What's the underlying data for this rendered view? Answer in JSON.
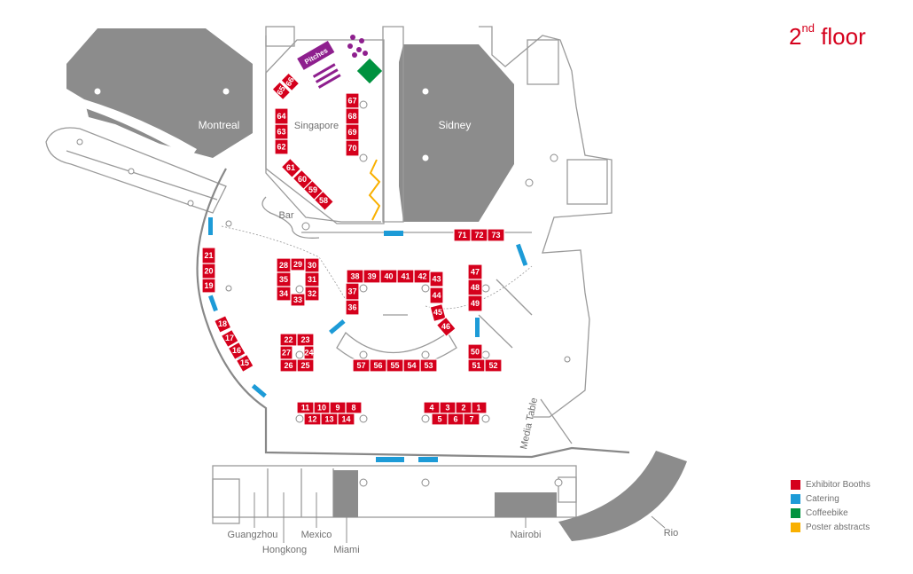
{
  "title": {
    "main": "2",
    "sup": "nd",
    "rest": " floor"
  },
  "halls": {
    "montreal": "Montreal",
    "singapore": "Singapore",
    "sidney": "Sidney",
    "bar": "Bar",
    "media_table": "Media Table",
    "guangzhou": "Guangzhou",
    "hongkong": "Hongkong",
    "mexico": "Mexico",
    "miami": "Miami",
    "nairobi": "Nairobi",
    "rio": "Rio",
    "pitches": "Pitches"
  },
  "booths": [
    "1",
    "2",
    "3",
    "4",
    "5",
    "6",
    "7",
    "8",
    "9",
    "10",
    "11",
    "12",
    "13",
    "14",
    "15",
    "16",
    "17",
    "18",
    "19",
    "20",
    "21",
    "22",
    "23",
    "24",
    "25",
    "26",
    "27",
    "28",
    "29",
    "30",
    "31",
    "32",
    "33",
    "34",
    "35",
    "36",
    "37",
    "38",
    "39",
    "40",
    "41",
    "42",
    "43",
    "44",
    "45",
    "46",
    "47",
    "48",
    "49",
    "50",
    "51",
    "52",
    "53",
    "54",
    "55",
    "56",
    "57",
    "58",
    "59",
    "60",
    "61",
    "62",
    "63",
    "64",
    "65",
    "66",
    "67",
    "68",
    "69",
    "70",
    "71",
    "72",
    "73"
  ],
  "legend": [
    {
      "label": "Exhibitor Booths",
      "color": "#d5001c"
    },
    {
      "label": "Catering",
      "color": "#1d9bd7"
    },
    {
      "label": "Coffeebike",
      "color": "#00923f"
    },
    {
      "label": "Poster abstracts",
      "color": "#f9b000"
    }
  ],
  "colors": {
    "booth": "#d5001c",
    "catering": "#1d9bd7",
    "coffeebike": "#00923f",
    "poster": "#f9b000",
    "pitches": "#8e1f8e",
    "walls": "#8c8c8c"
  }
}
